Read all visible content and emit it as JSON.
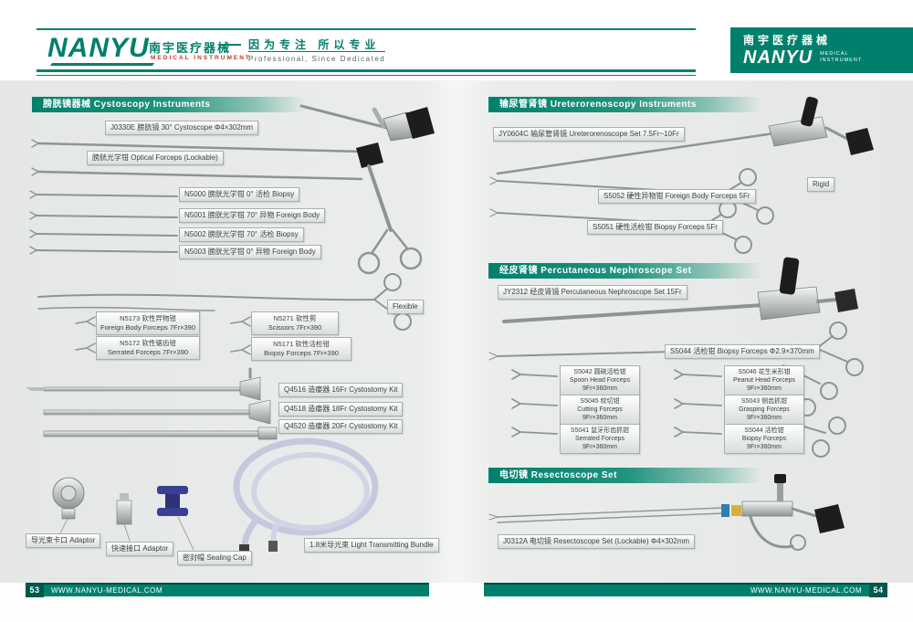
{
  "header": {
    "logo": "NANYU",
    "logo_cn": "南宇医疗器械",
    "logo_sub": "MEDICAL  INSTRUMENT",
    "slogan_cn": "因为专注  所以专业",
    "slogan_en": "Professional, Since Dedicated",
    "corner_cn": "南宇医疗器械",
    "corner_logo": "NANYU",
    "corner_sub1": "MEDICAL",
    "corner_sub2": "INSTRUMENT"
  },
  "cysto": {
    "title": "膀胱镜器械  Cystoscopy Instruments",
    "scope": "J0330E 膀胱镜 30°  Cystoscope  Φ4×302mm",
    "optical": "膀胱光学钳 Optical Forceps (Lockable)",
    "n5000": "N5000 膀胱光学钳  0°  活检 Biopsy",
    "n5001": "N5001 膀胱光学钳 70°  异物 Foreign Body",
    "n5002": "N5002 膀胱光学钳 70°  活检 Biopsy",
    "n5003": "N5003 膀胱光学钳  0°  异物 Foreign Body",
    "flexible": "Flexible",
    "flex_items": [
      {
        "l1": "N5173 软性异物钳",
        "l2": "Foreign Body Forceps 7Fr×390"
      },
      {
        "l1": "N5271 软性剪",
        "l2": "Scissors 7Fr×390"
      },
      {
        "l1": "N5172 软性锯齿钳",
        "l2": "Serrated Forceps 7Fr×390"
      },
      {
        "l1": "N5171 软性活检钳",
        "l2": "Biopsy Forceps 7Fr×390"
      }
    ],
    "kits": [
      "Q4516 造瘘器 16Fr Cystostomy Kit",
      "Q4518 造瘘器 18Fr Cystostomy Kit",
      "Q4520 造瘘器 20Fr Cystostomy Kit"
    ],
    "adaptor1": "导光束卡口 Adaptor",
    "adaptor2": "快速接口 Adaptor",
    "cap": "密封帽 Sealing Cap",
    "bundle": "1.8米导光束  Light Transmitting Bundle"
  },
  "uretero": {
    "title": "输尿管肾镜 Ureterorenoscopy Instruments",
    "scope": "JY0604C 输尿管肾镜 Ureterorenoscope Set 7.5Fr~10Fr",
    "rigid": "Rigid",
    "s5052": "S5052 硬性异物钳 Foreign Body Forceps 5Fr",
    "s5051": "S5051 硬性活检钳 Biopsy Forceps 5Fr"
  },
  "neph": {
    "title": "经皮肾镜 Percutaneous Nephroscope Set",
    "scope": "JY2312 经皮肾镜 Percutaneous Nephroscope Set 15Fr",
    "s5044_long": "S5044 活检钳 Biopsy Forceps Φ2.9×370mm",
    "grid": [
      {
        "l1": "S5042 圆碗活检钳",
        "l2": "Spoon Head Forceps",
        "l3": "9Fr×360mm"
      },
      {
        "l1": "S5046 花生米形钳",
        "l2": "Peanut Head Forceps",
        "l3": "9Fr×360mm"
      },
      {
        "l1": "S5045 绞切钳",
        "l2": "Cutting Forceps",
        "l3": "9Fr×360mm"
      },
      {
        "l1": "S5043 侧齿抓钳",
        "l2": "Grasping Forceps",
        "l3": "9Fr×360mm"
      },
      {
        "l1": "S5041 鼠牙形齿抓钳",
        "l2": "Serrated Forceps",
        "l3": "9Fr×360mm"
      },
      {
        "l1": "S5044 活检钳",
        "l2": "Biopsy Forceps",
        "l3": "9Fr×360mm"
      }
    ]
  },
  "resecto": {
    "title": "电切镜  Resectoscope Set",
    "scope": "J0312A 电切镜 Resectoscope Set (Lockable)  Φ4×302mm"
  },
  "footer": {
    "left_page": "53",
    "left_url": "WWW.NANYU-MEDICAL.COM",
    "right_url": "WWW.NANYU-MEDICAL.COM",
    "right_page": "54"
  },
  "colors": {
    "teal": "#00806c",
    "teal_dark": "#004d3f",
    "background": "#e9ebe9"
  }
}
